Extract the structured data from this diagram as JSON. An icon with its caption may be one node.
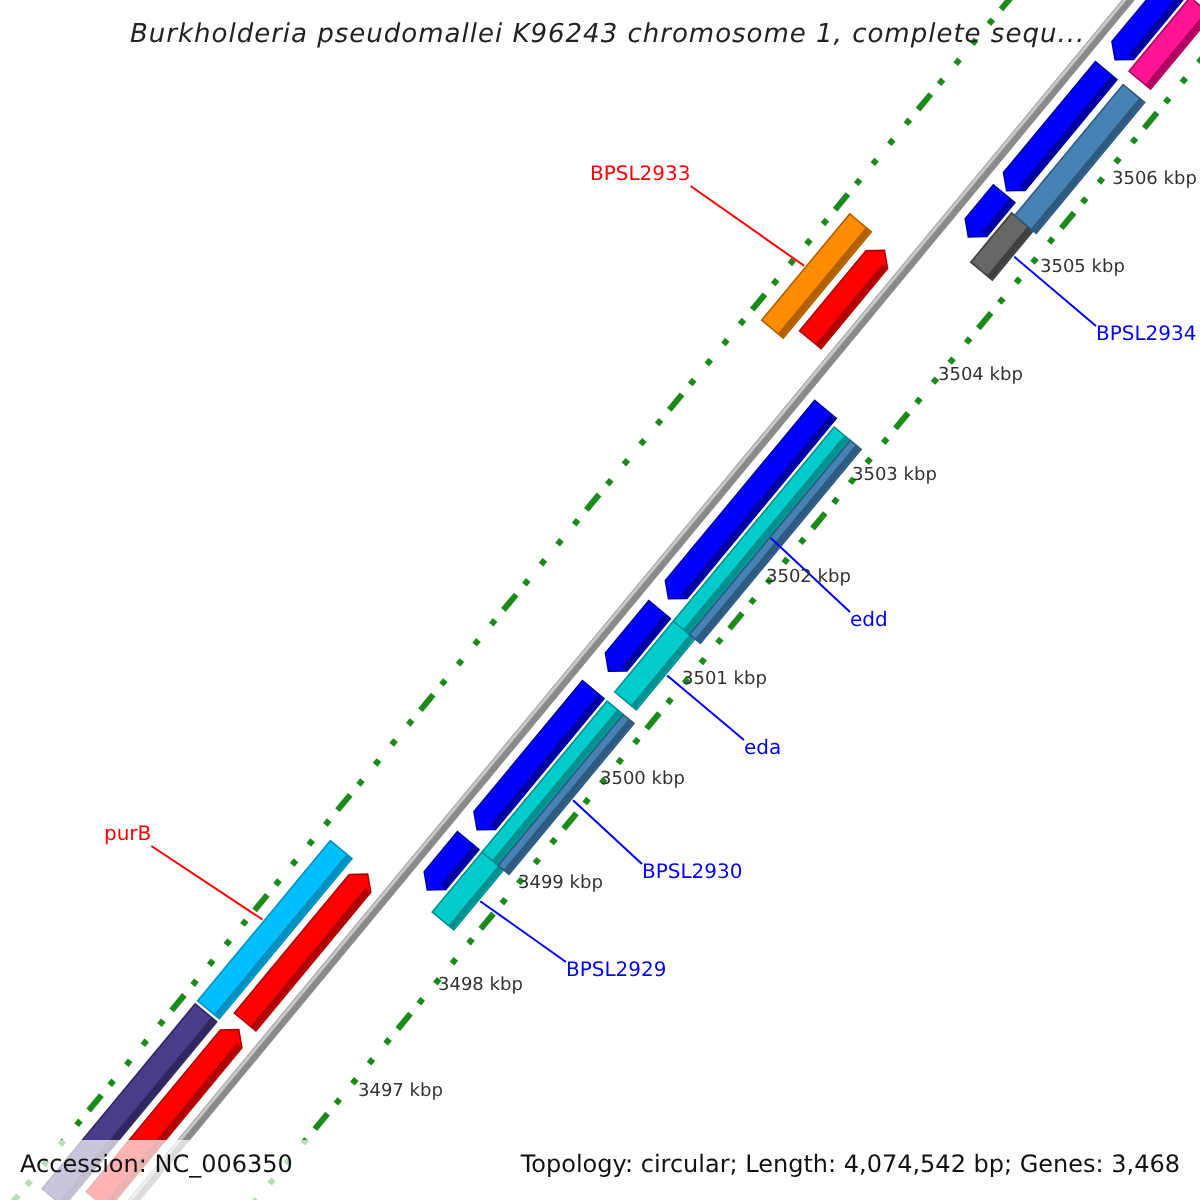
{
  "diagram": {
    "title": "Burkholderia pseudomallei K96243 chromosome 1, complete sequ...",
    "nodes": [
      {
        "text": [
          "BPSL2933"
        ]
      },
      {
        "text": [],
        "shape": "bar"
      },
      {
        "text": [
          "BPSL2934"
        ]
      },
      {
        "text": [],
        "shape": "bar"
      },
      {
        "text": [
          "edd"
        ]
      },
      {
        "text": [],
        "shape": "bar"
      },
      {
        "text": [
          "eda"
        ]
      },
      {
        "text": [],
        "shape": "bar"
      },
      {
        "text": [
          "BPSL2930"
        ]
      },
      {
        "text": [],
        "shape": "bar"
      },
      {
        "text": [
          "BPSL2929"
        ]
      },
      {
        "text": [],
        "shape": "bar"
      },
      {
        "text": [
          "purB"
        ]
      },
      {
        "text": [],
        "shape": "bar"
      },
      {
        "text": [],
        "shape": "bar"
      },
      {
        "text": [],
        "shape": "arrow"
      },
      {
        "text": [],
        "shape": "arrow"
      },
      {
        "text": [],
        "shape": "arrow"
      },
      {
        "text": [],
        "shape": "arrow"
      },
      {
        "text": [],
        "shape": "arrow"
      },
      {
        "text": [],
        "shape": "arrow"
      },
      {
        "text": [],
        "shape": "arrow"
      },
      {
        "text": [],
        "shape": "arrow"
      },
      {
        "text": [],
        "shape": "arrow"
      },
      {
        "text": [],
        "shape": "arrow"
      },
      {
        "text": [],
        "shape": "bar"
      },
      {
        "text": [],
        "shape": "bar"
      },
      {
        "text": [],
        "shape": "bar"
      },
      {
        "text": [],
        "shape": "bar"
      }
    ],
    "edges": [
      {
        "from": 0,
        "to": 1,
        "arrow": "none",
        "color": "#ff0000"
      },
      {
        "from": 2,
        "to": 3,
        "arrow": "none"
      },
      {
        "from": 4,
        "to": 5,
        "arrow": "none"
      },
      {
        "from": 6,
        "to": 7,
        "arrow": "none"
      },
      {
        "from": 8,
        "to": 9,
        "arrow": "none"
      },
      {
        "from": 10,
        "to": 11,
        "arrow": "none"
      },
      {
        "from": 12,
        "to": 13,
        "arrow": "none",
        "color": "#ff0000"
      }
    ],
    "labels": [
      "3506 kbp",
      "3505 kbp",
      "3504 kbp",
      "3503 kbp",
      "3502 kbp",
      "3501 kbp",
      "3500 kbp",
      "3499 kbp",
      "3498 kbp",
      "3497 kbp",
      "Accession: NC_006350",
      "Topology: circular; Length: 4,074,542 bp; Genes: 3,468"
    ]
  }
}
